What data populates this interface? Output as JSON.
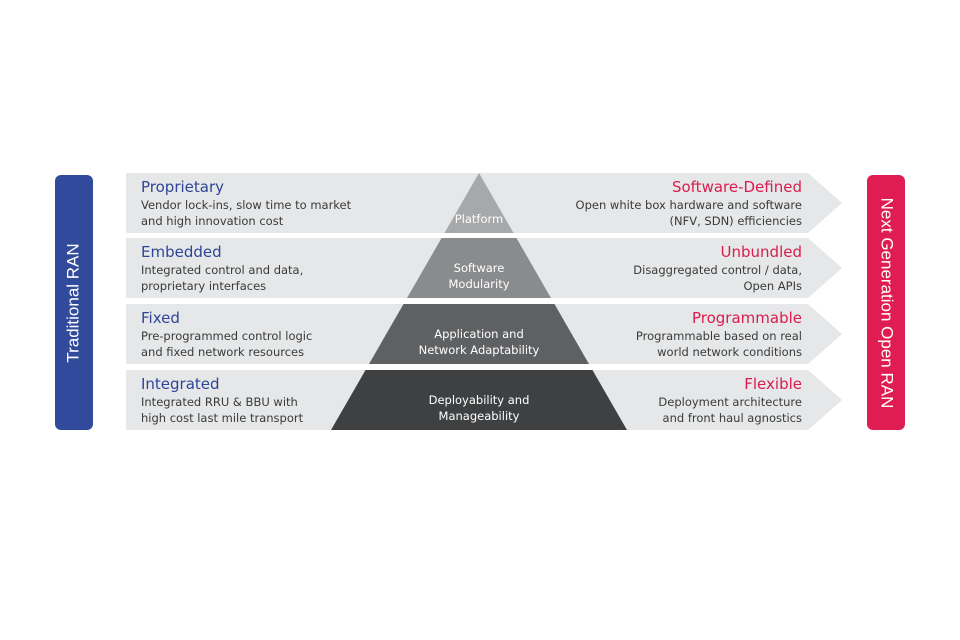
{
  "left_bar": {
    "label": "Traditional RAN",
    "color": "#324a9c"
  },
  "right_bar": {
    "label": "Next Generation Open RAN",
    "color": "#df1d52"
  },
  "rows": [
    {
      "left_title": "Proprietary",
      "left_desc": [
        "Vendor lock-ins, slow time to market",
        "and high innovation cost"
      ],
      "pyramid_label": [
        "Platform"
      ],
      "right_title": "Software-Defined",
      "right_desc": [
        "Open white box hardware and software",
        "(NFV, SDN) efficiencies"
      ]
    },
    {
      "left_title": "Embedded",
      "left_desc": [
        "Integrated control and data,",
        "proprietary interfaces"
      ],
      "pyramid_label": [
        "Software",
        "Modularity"
      ],
      "right_title": "Unbundled",
      "right_desc": [
        "Disaggregated control / data,",
        "Open APIs"
      ]
    },
    {
      "left_title": "Fixed",
      "left_desc": [
        "Pre-programmed control logic",
        "and fixed network resources"
      ],
      "pyramid_label": [
        "Application and",
        "Network Adaptability"
      ],
      "right_title": "Programmable",
      "right_desc": [
        "Programmable based on real",
        "world network conditions"
      ]
    },
    {
      "left_title": "Integrated",
      "left_desc": [
        "Integrated RRU & BBU with",
        "high cost last mile transport"
      ],
      "pyramid_label": [
        "Deployability and",
        "Manageability"
      ],
      "right_title": "Flexible",
      "right_desc": [
        "Deployment architecture",
        "and front haul agnostics"
      ]
    }
  ],
  "colors": {
    "row_fill": "#e6e7e8",
    "pyramid_tiers": [
      "#a7a8aa",
      "#8a8b8d",
      "#5f6062",
      "#3f4042"
    ]
  }
}
